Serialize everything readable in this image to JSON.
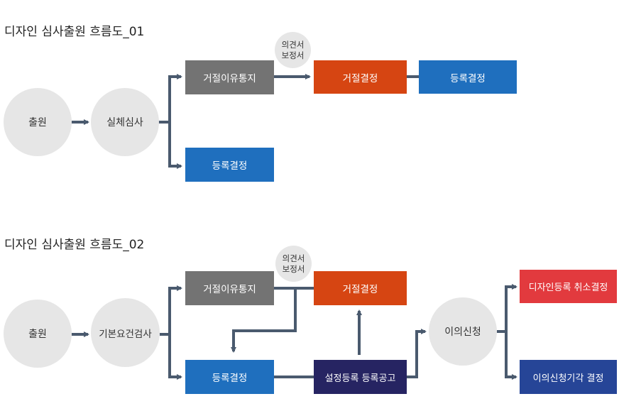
{
  "flow1": {
    "title": "디자인 심사출원 흐름도_01",
    "apply": "출원",
    "exam": "실체심사",
    "notice": "거절이유통지",
    "opinion_line1": "의견서",
    "opinion_line2": "보정서",
    "reject": "거절결정",
    "register_after": "등록결정",
    "register": "등록결정"
  },
  "flow2": {
    "title": "디자인 심사출원 흐름도_02",
    "apply": "출원",
    "exam": "기본요건검사",
    "notice": "거절이유통지",
    "opinion_line1": "의견서",
    "opinion_line2": "보정서",
    "reject": "거절결정",
    "register": "등록결정",
    "setup": "설정등록 등록공고",
    "objection": "이의신청",
    "cancel": "디자인등록 취소결정",
    "dismiss": "이의신청기각 결정"
  },
  "colors": {
    "connector": "#4a5a6e",
    "gray": "#737373",
    "red": "#d64512",
    "blue": "#1f6fbe",
    "navy": "#262462",
    "crimson": "#e23a3e",
    "darkblue": "#264597",
    "circle": "#e6e6e6"
  }
}
